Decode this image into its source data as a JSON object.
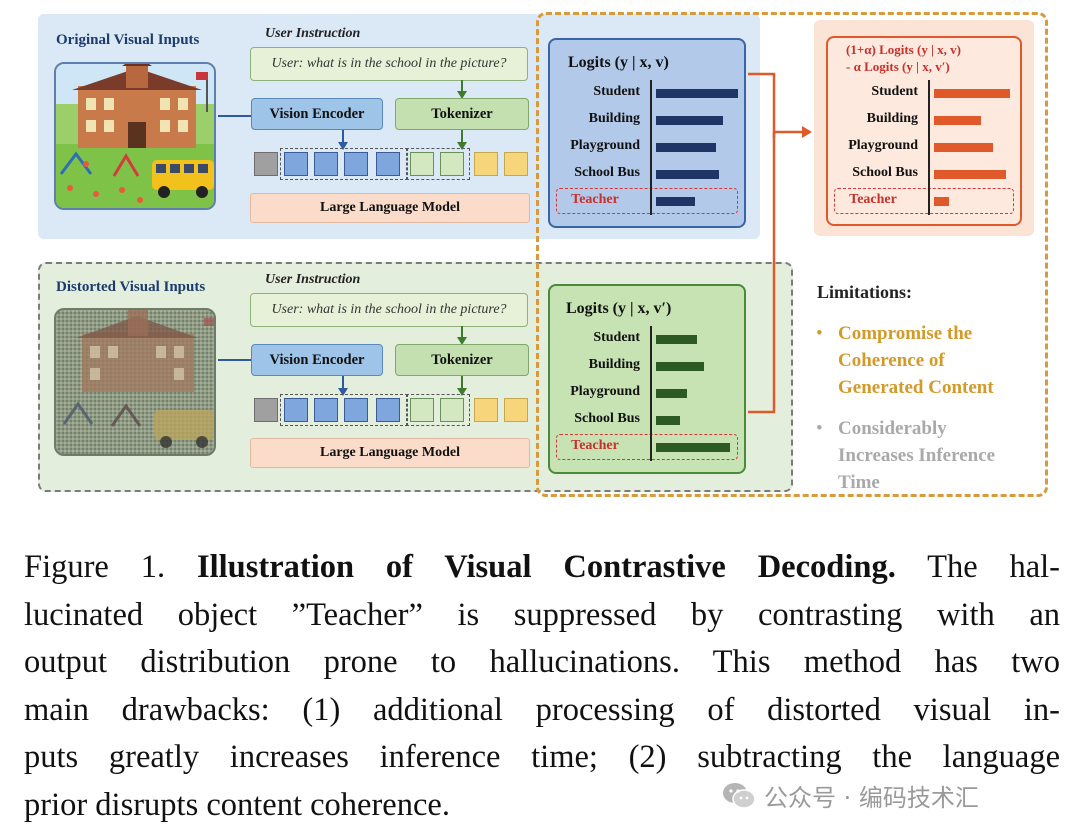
{
  "top_panel": {
    "label": "Original Visual Inputs",
    "instruction_title": "User Instruction",
    "instruction_text": "User: what is in the school in the picture?",
    "vision_encoder": "Vision Encoder",
    "tokenizer": "Tokenizer",
    "llm": "Large Language Model"
  },
  "bottom_panel": {
    "label": "Distorted Visual Inputs",
    "instruction_title": "User Instruction",
    "instruction_text": "User: what is in the school in the picture?",
    "vision_encoder": "Vision Encoder",
    "tokenizer": "Tokenizer",
    "llm": "Large Language Model"
  },
  "logits_original": {
    "title": "Logits (y | x, v)",
    "rows": [
      {
        "label": "Student",
        "value": 1.0
      },
      {
        "label": "Building",
        "value": 0.82
      },
      {
        "label": "Playground",
        "value": 0.73
      },
      {
        "label": "School Bus",
        "value": 0.77
      },
      {
        "label": "Teacher",
        "value": 0.47
      }
    ]
  },
  "logits_distorted": {
    "title": "Logits (y | x, v′)",
    "rows": [
      {
        "label": "Student",
        "value": 0.55
      },
      {
        "label": "Building",
        "value": 0.65
      },
      {
        "label": "Playground",
        "value": 0.42
      },
      {
        "label": "School Bus",
        "value": 0.32
      },
      {
        "label": "Teacher",
        "value": 1.0
      }
    ]
  },
  "logits_contrast": {
    "title_line1": "(1+α) Logits (y | x, v)",
    "title_line2": "- α Logits (y | x, v′)",
    "rows": [
      {
        "label": "Student",
        "value": 1.0
      },
      {
        "label": "Building",
        "value": 0.62
      },
      {
        "label": "Playground",
        "value": 0.77
      },
      {
        "label": "School Bus",
        "value": 0.95
      },
      {
        "label": "Teacher",
        "value": 0.2
      }
    ]
  },
  "limitations": {
    "title": "Limitations:",
    "items": [
      {
        "lines": [
          "Compromise the",
          "Coherence of",
          "Generated Content"
        ],
        "color": "#d39a2a"
      },
      {
        "lines": [
          "Considerably",
          "Increases Inference",
          "Time"
        ],
        "color": "#a9a9a9"
      }
    ]
  },
  "caption": {
    "prefix": "Figure 1. ",
    "bold": "Illustration of Visual Contrastive Decoding.",
    "line1_rest": " The hal-",
    "line2": "lucinated object ”Teacher” is suppressed by contrasting with an",
    "line3": "output distribution prone to hallucinations. This method has two",
    "line4": "main drawbacks: (1) additional processing of distorted visual in-",
    "line5": "puts greatly increases inference time; (2) subtracting the language",
    "line6": "prior disrupts content coherence."
  },
  "watermark": "公众号 · 编码技术汇",
  "colors": {
    "bar_blue": "#1f3566",
    "bar_green": "#2c5a23",
    "bar_orange": "#e0592a",
    "arrow_orange": "#e0592a",
    "arrow_blue": "#2d5aa0",
    "arrow_green": "#3d7b2d"
  }
}
